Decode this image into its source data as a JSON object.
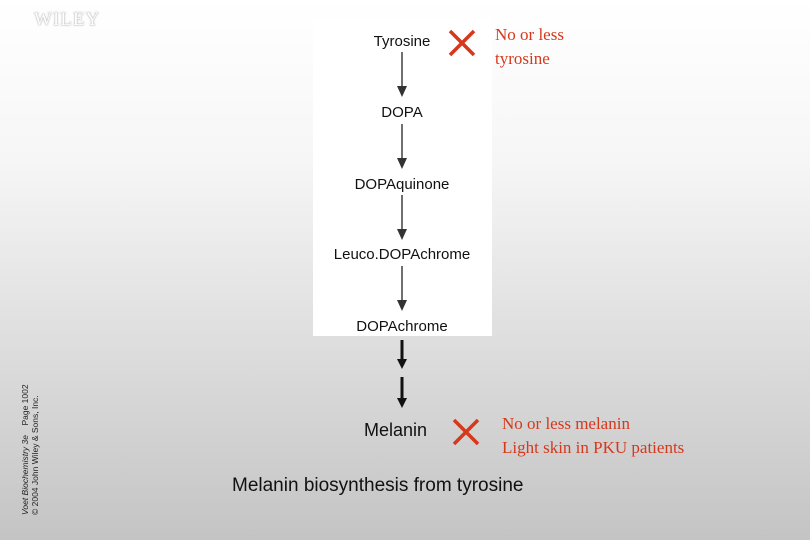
{
  "brand": {
    "logo_text": "WILEY",
    "logo_icon": "wiley-seal-icon"
  },
  "side_caption": {
    "line1_book": "Voet Biochemistry 3e",
    "line1_page": "Page 1002",
    "line2": "© 2004 John Wiley & Sons, Inc."
  },
  "pathway": {
    "steps": [
      "Tyrosine",
      "DOPA",
      "DOPAquinone",
      "Leuco.DOPAchrome",
      "DOPAchrome"
    ],
    "product": "Melanin"
  },
  "notes": {
    "tyrosine": [
      "No or less",
      "tyrosine"
    ],
    "melanin": [
      "No or less melanin",
      "Light skin in PKU patients"
    ]
  },
  "title": "Melanin biosynthesis from tyrosine",
  "colors": {
    "cross": "#d6381c",
    "note_text": "#d6381c",
    "arrow": "#333333",
    "panel": "#ffffff"
  }
}
